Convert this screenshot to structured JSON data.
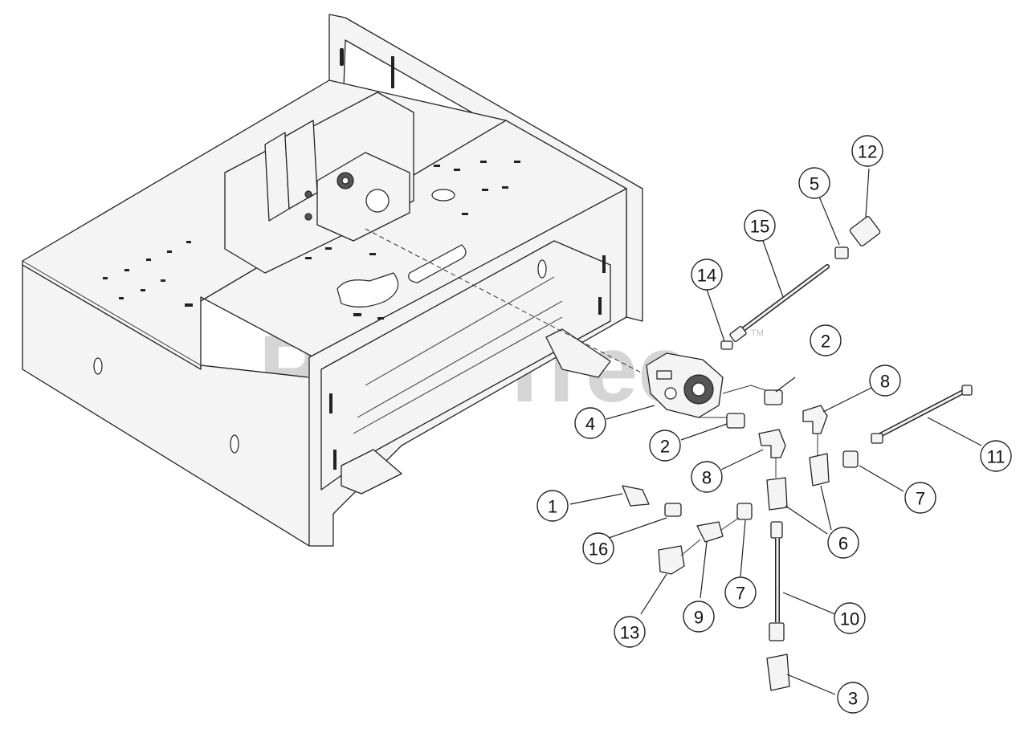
{
  "watermark": {
    "text": "PartsTree",
    "mark": "TM"
  },
  "callouts": [
    {
      "id": "c1",
      "label": "1"
    },
    {
      "id": "c2a",
      "label": "2"
    },
    {
      "id": "c2b",
      "label": "2"
    },
    {
      "id": "c3",
      "label": "3"
    },
    {
      "id": "c4",
      "label": "4"
    },
    {
      "id": "c5",
      "label": "5"
    },
    {
      "id": "c6",
      "label": "6"
    },
    {
      "id": "c7a",
      "label": "7"
    },
    {
      "id": "c7b",
      "label": "7"
    },
    {
      "id": "c8a",
      "label": "8"
    },
    {
      "id": "c8b",
      "label": "8"
    },
    {
      "id": "c9",
      "label": "9"
    },
    {
      "id": "c10",
      "label": "10"
    },
    {
      "id": "c11",
      "label": "11"
    },
    {
      "id": "c12",
      "label": "12"
    },
    {
      "id": "c13",
      "label": "13"
    },
    {
      "id": "c14",
      "label": "14"
    },
    {
      "id": "c15",
      "label": "15"
    },
    {
      "id": "c16",
      "label": "16"
    }
  ]
}
